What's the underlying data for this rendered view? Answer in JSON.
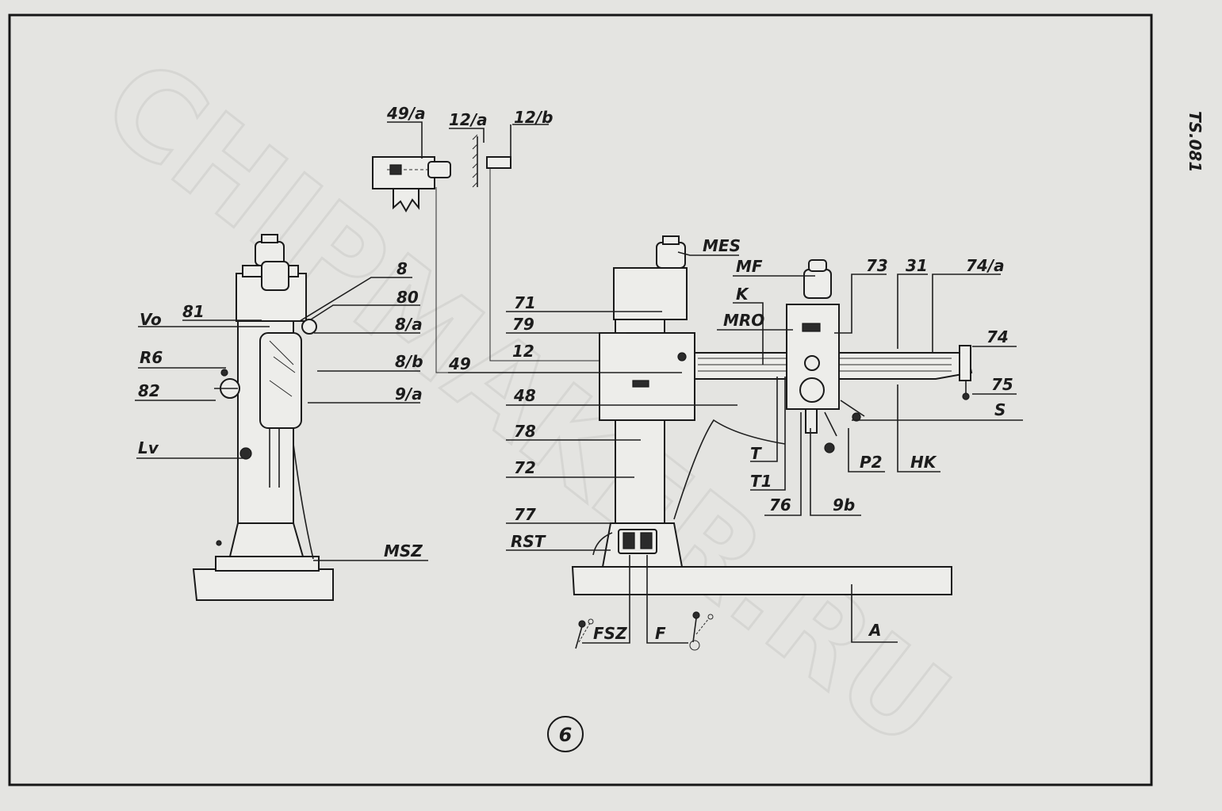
{
  "sheet": {
    "figure_number": "6",
    "watermark": "CHIPMAKER.RU",
    "side_text": "TS.081"
  },
  "labels": {
    "l49a": "49/a",
    "l12a": "12/a",
    "l12b": "12/b",
    "l8": "8",
    "l81": "81",
    "l80": "80",
    "lVo": "Vo",
    "l8a": "8/a",
    "lR6": "R6",
    "l8b": "8/b",
    "l82": "82",
    "l9a": "9/a",
    "lLv": "Lv",
    "lMSZ": "MSZ",
    "l49": "49",
    "l71": "71",
    "l79": "79",
    "l12": "12",
    "l48": "48",
    "l78": "78",
    "l72": "72",
    "l77": "77",
    "lRST": "RST",
    "lMES": "MES",
    "lMF": "MF",
    "lK": "K",
    "lMRO": "MRO",
    "l73": "73",
    "l31": "31",
    "l74a": "74/a",
    "l74": "74",
    "l75": "75",
    "lS": "S",
    "lT": "T",
    "lT1": "T1",
    "lP2": "P2",
    "lHK": "HK",
    "l76": "76",
    "l9b": "9b",
    "lFSZ": "FSZ",
    "lF": "F",
    "lA": "A"
  }
}
